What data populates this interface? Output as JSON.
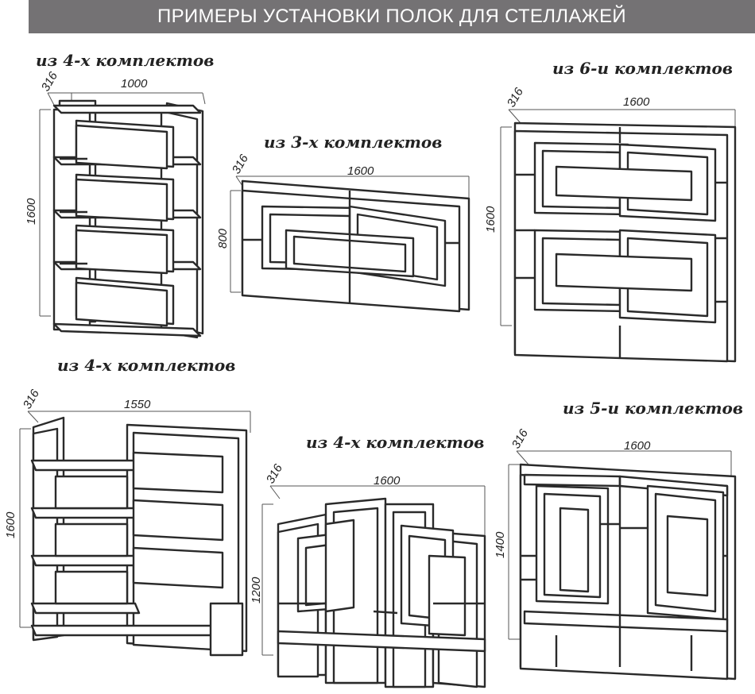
{
  "header": {
    "title": "ПРИМЕРЫ УСТАНОВКИ ПОЛОК ДЛЯ СТЕЛЛАЖЕЙ"
  },
  "examples": [
    {
      "caption": "из 4-х комплектов",
      "depth": "316",
      "width": "1000",
      "height": "1600"
    },
    {
      "caption": "из 3-х комплектов",
      "depth": "316",
      "width": "1600",
      "height": "800"
    },
    {
      "caption": "из 6-и комплектов",
      "depth": "316",
      "width": "1600",
      "height": "1600"
    },
    {
      "caption": "из 4-х комплектов",
      "depth": "316",
      "width": "1550",
      "height": "1600"
    },
    {
      "caption": "из 4-х комплектов",
      "depth": "316",
      "width": "1600",
      "height": "1200"
    },
    {
      "caption": "из 5-и комплектов",
      "depth": "316",
      "width": "1600",
      "height": "1400"
    }
  ],
  "colors": {
    "banner": "#747274",
    "banner_text": "#ffffff",
    "ink": "#2a2a2a"
  }
}
